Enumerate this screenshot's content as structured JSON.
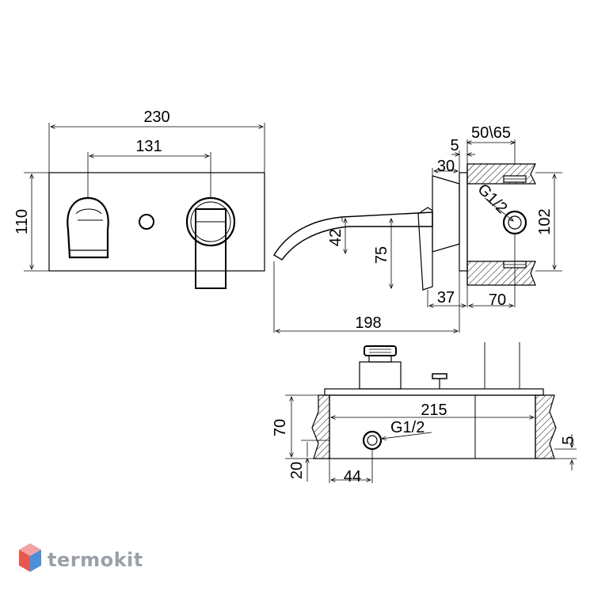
{
  "front_view": {
    "dim_width": "230",
    "dim_centers": "131",
    "dim_height": "110"
  },
  "side_view": {
    "dim_wall_range": "50\\65",
    "dim_flange": "5",
    "dim_cover": "30",
    "thread_label": "G1/2",
    "dim_box_height": "102",
    "dim_spout_height": "42",
    "dim_outlet_height": "75",
    "dim_lever_depth": "37",
    "dim_box_depth": "70",
    "dim_projection": "198"
  },
  "top_view": {
    "dim_length": "215",
    "thread_label": "G1/2",
    "dim_depth": "70",
    "dim_offset": "5",
    "dim_inlet_height": "20",
    "dim_inlet_pos": "44"
  },
  "watermark": {
    "brand": "termokit",
    "logo_colors": [
      "#e8574f",
      "#4a8fd8",
      "#f2a2a0",
      "#a9c8ee"
    ]
  }
}
